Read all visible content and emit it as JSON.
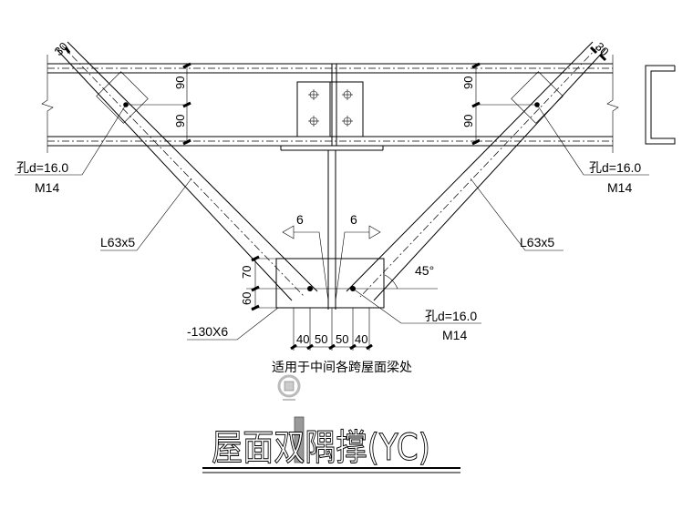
{
  "labels": {
    "angle_left": "L63x5",
    "angle_right": "L63x5",
    "hole_left": "孔d=16.0",
    "bolt_left": "M14",
    "hole_right": "孔d=16.0",
    "bolt_right": "M14",
    "hole_bottom": "孔d=16.0",
    "bolt_bottom": "M14",
    "plate": "-130X6",
    "angle_deg": "45°",
    "weld_left": "6",
    "weld_right": "6",
    "edge_left": "30",
    "edge_right": "30"
  },
  "dims": {
    "left_vertical_top": "90",
    "left_vertical_bottom": "90",
    "right_vertical_top": "90",
    "right_vertical_bottom": "90",
    "bottom_vertical_top": "70",
    "bottom_vertical_bottom": "60",
    "bottom_horizontal": [
      "40",
      "50",
      "50",
      "40"
    ]
  },
  "note": "适用于中间各跨屋面梁处",
  "title": "屋面双隅撑(YC)",
  "colors": {
    "line": "#000000",
    "background": "#ffffff",
    "badge": "#999999"
  }
}
